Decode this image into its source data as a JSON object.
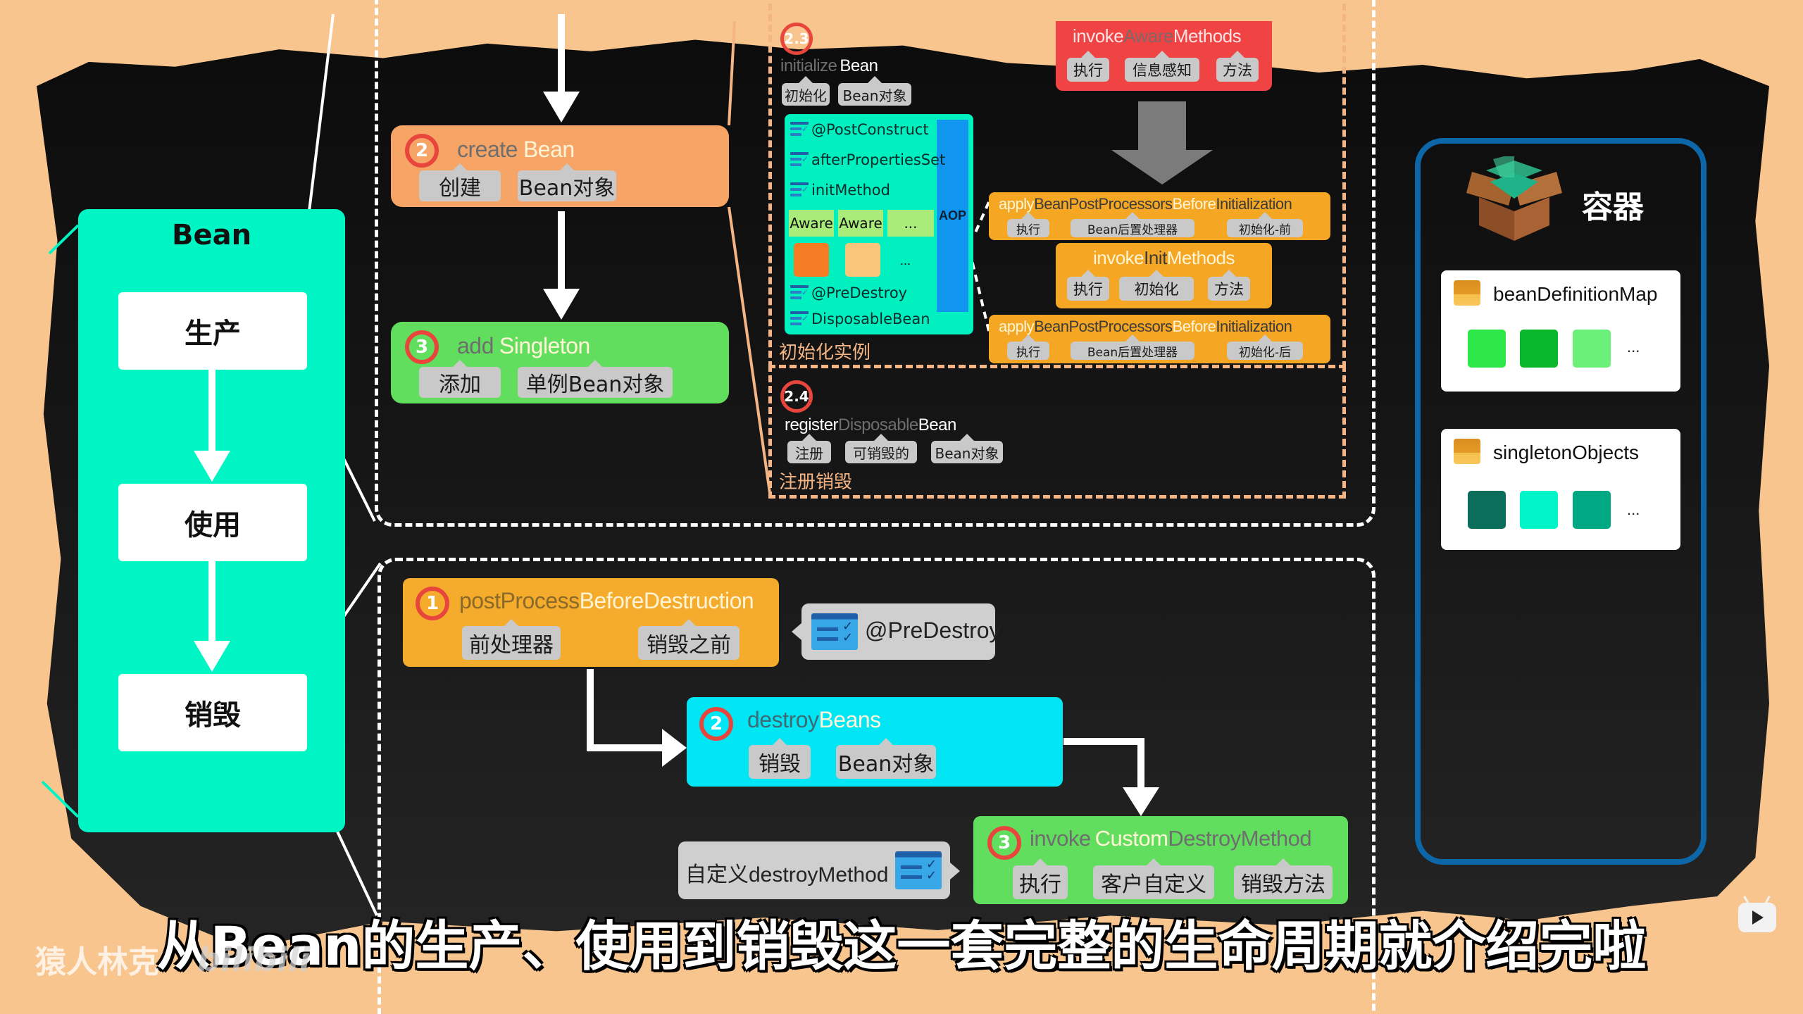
{
  "bean_panel": {
    "title": "Bean",
    "stages": [
      "生产",
      "使用",
      "销毁"
    ]
  },
  "creation": {
    "create_bean": {
      "step": "2",
      "title_parts": [
        "create",
        "Bean"
      ],
      "tags": [
        "创建",
        "Bean对象"
      ]
    },
    "add_singleton": {
      "step": "3",
      "title_parts": [
        "add",
        "Singleton"
      ],
      "tags": [
        "添加",
        "单例Bean对象"
      ]
    }
  },
  "initialize": {
    "step": "2.3",
    "title_parts": [
      "initialize",
      "Bean"
    ],
    "tags": [
      "初始化",
      "Bean对象"
    ],
    "methods": [
      "@PostConstruct",
      "afterPropertiesSet",
      "initMethod",
      "@PreDestroy",
      "DisposableBean"
    ],
    "aware_items": [
      "Aware",
      "Aware",
      "..."
    ],
    "more": "...",
    "aop_label": "AOP",
    "section_label": "初始化实例",
    "invoke_aware": {
      "title_parts": [
        "invoke",
        "Aware",
        "Methods"
      ],
      "tags": [
        "执行",
        "信息感知",
        "方法"
      ]
    },
    "apply_before": {
      "title_parts": [
        "apply",
        "BeanPostProcessors",
        "Before",
        "Initialization"
      ],
      "tags": [
        "执行",
        "Bean后置处理器",
        "初始化-前"
      ]
    },
    "invoke_init": {
      "title_parts": [
        "invoke",
        "Init",
        "Methods"
      ],
      "tags": [
        "执行",
        "初始化",
        "方法"
      ]
    },
    "apply_after": {
      "title_parts": [
        "apply",
        "BeanPostProcessors",
        "Before",
        "Initialization"
      ],
      "tags": [
        "执行",
        "Bean后置处理器",
        "初始化-后"
      ]
    }
  },
  "register": {
    "step": "2.4",
    "title_parts": [
      "register",
      "Disposable",
      "Bean"
    ],
    "tags": [
      "注册",
      "可销毁的",
      "Bean对象"
    ],
    "section_label": "注册销毁"
  },
  "destruction": {
    "post_process": {
      "step": "1",
      "title_parts": [
        "postProcess",
        "BeforeDestruction"
      ],
      "tags": [
        "前处理器",
        "销毁之前"
      ]
    },
    "predestroy_note": "@PreDestroy",
    "destroy_beans": {
      "step": "2",
      "title_parts": [
        "destroy",
        "Beans"
      ],
      "tags": [
        "销毁",
        "Bean对象"
      ]
    },
    "invoke_custom": {
      "step": "3",
      "title_parts": [
        "invoke",
        "Custom",
        "DestroyMethod"
      ],
      "tags": [
        "执行",
        "客户自定义",
        "销毁方法"
      ]
    },
    "custom_note": "自定义destroyMethod"
  },
  "container": {
    "title": "容器",
    "maps": [
      {
        "name": "beanDefinitionMap",
        "swatches": [
          "#2ee84a",
          "#0ab82c",
          "#6bf07a"
        ],
        "more": "..."
      },
      {
        "name": "singletonObjects",
        "swatches": [
          "#0b6e5a",
          "#00f5c8",
          "#00a884"
        ],
        "more": "..."
      }
    ]
  },
  "colors": {
    "bean_panel": "#00f5c4",
    "create_bean": "#f7a566",
    "add_singleton": "#62de5e",
    "init_panel": "#00f0c0",
    "aop": "#1196f0",
    "invoke_aware": "#f04343",
    "processors": "#f5a623",
    "destroy_beans": "#00e6f5",
    "invoke_custom": "#62de5e",
    "container_border": "#0c66a8"
  },
  "subtitle": "从Bean的生产、使用到销毁这一套完整的生命周期就介绍完啦",
  "watermark": {
    "author": "猿人林克",
    "site": "bilibili"
  }
}
